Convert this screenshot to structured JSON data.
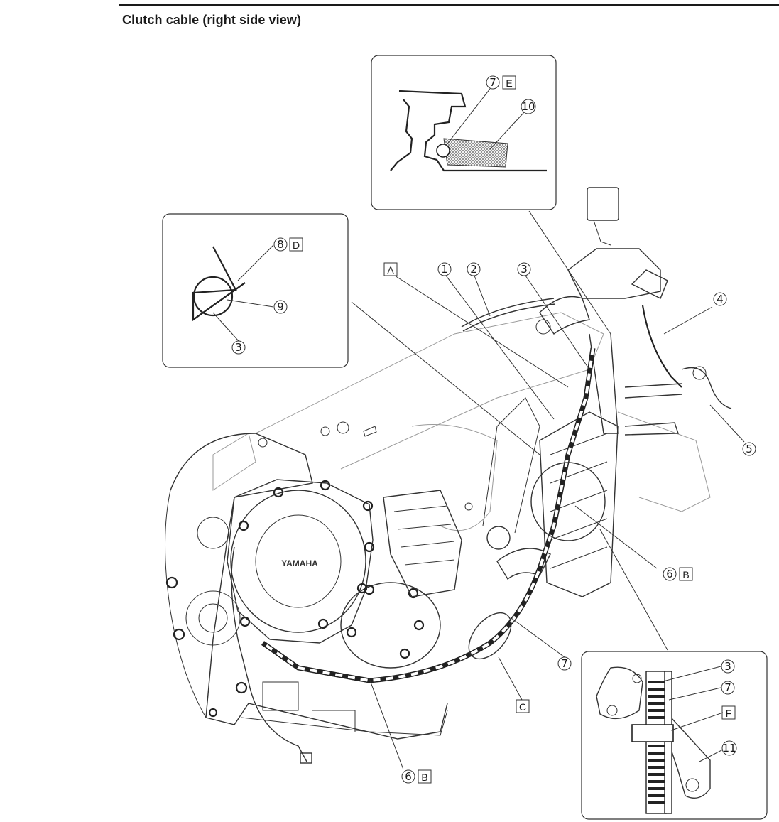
{
  "header": {
    "title": "Clutch cable (right side view)"
  },
  "brand": {
    "engine_cover_text": "YAMAHA"
  },
  "callouts": {
    "n1": "1",
    "n2": "2",
    "n3": "3",
    "n4": "4",
    "n5": "5",
    "n6": "6",
    "n7": "7",
    "n8": "8",
    "n9": "9",
    "n10": "10",
    "n11": "11"
  },
  "letters": {
    "A": "A",
    "B": "B",
    "C": "C",
    "D": "D",
    "E": "E",
    "F": "F"
  }
}
